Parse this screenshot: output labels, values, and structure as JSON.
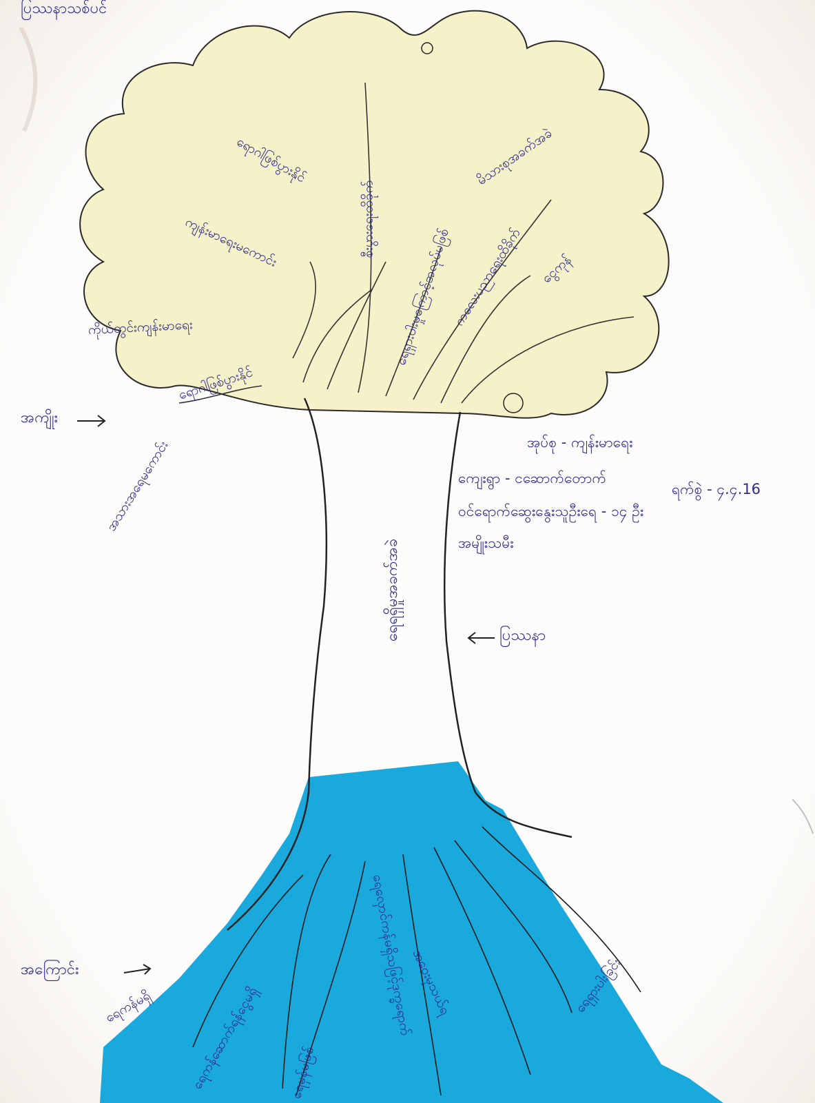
{
  "title": "ပြဿနာသစ်ပင်",
  "side_labels": {
    "effects": "အကျိုး",
    "problem": "ပြဿနာ",
    "causes": "အကြောင်း"
  },
  "problem": "ရေရရှိမှုအခက်အခဲ",
  "info": {
    "group": "အုပ်စု - ကျန်းမာရေး",
    "village": "ကျေးရွာ - ငဆောက်တောက်",
    "date": "ရက်စွဲ - ၄.၄.16",
    "age": "ဝင်ရောက်ဆွေးနွေးသူဦးရေ - ၁၄ ဦး",
    "sex": "အမျိုးသမီး"
  },
  "effects": [
    "အသားအရေမကောင်း",
    "ကိုယ်တွင်းကျန်းမာရေး",
    "ကျန်းမာရေးမကောင်း",
    "ရောဂါဖြစ်ပွားနိုင်",
    "စီးပွားရေးထိခိုက်",
    "ရေရှားပါးမှုကြောင့်အလုပ်မဖြစ်",
    "မိသားစုအခက်အခဲ",
    "ကလေးပညာရေးထိခိုက်",
    "ငွေကုန်"
  ],
  "causes": [
    "ရေကန်မရှိ",
    "ရေကန်ဆောက်ရန်ငွေမရှိ",
    "ရေမှန်မဖြစ်",
    "ရေလှောင်ကန်မရှိသဖြင့်ဒုက္ခရောက်",
    "အဝေးမှသယ်ရ",
    "ရေရှားပါးခြင်း"
  ],
  "colors": {
    "crown": "#f5f1c8",
    "roots": "#19a9dc",
    "ink": "#2c2a8c",
    "pencil": "#2a2a2a"
  }
}
